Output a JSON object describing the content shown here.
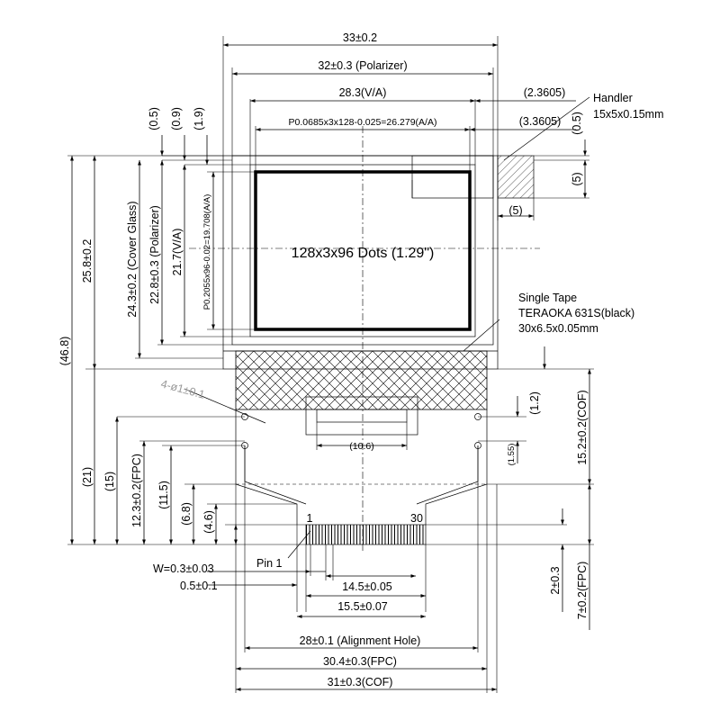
{
  "dimensions": {
    "cof_width_top": "33±0.2",
    "polarizer_width": "32±0.3 (Polarizer)",
    "va_width": "28.3(V/A)",
    "aa_width": "P0.0685x3x128-0.025=26.279(A/A)",
    "right_offset_1": "(2.3605)",
    "right_offset_2": "(3.3605)",
    "top_05_left": "(0.5)",
    "top_09": "(0.9)",
    "top_19": "(1.9)",
    "top_05_right": "(0.5)",
    "handler_5_v": "(5)",
    "handler_5_h": "(5)",
    "total_height": "(46.8)",
    "cover_glass_total": "25.8±0.2",
    "cover_glass": "24.3±0.2 (Cover Glass)",
    "polarizer_height": "22.8±0.3 (Polarizer)",
    "va_height": "21.7(V/A)",
    "aa_height": "P0.2055x96-0.02=19.708(A/A)",
    "hole_spec": "4-ø1±0.1",
    "gap_12": "(1.2)",
    "ic_width": "(10.6)",
    "gap_155": "(1.55)",
    "cof_height": "15.2±0.2(COF)",
    "h21": "(21)",
    "h15": "(15)",
    "fpc_height": "12.3±0.2(FPC)",
    "h115": "(11.5)",
    "h68": "(6.8)",
    "h46": "(4.6)",
    "pin_width": "W=0.3±0.03",
    "pin_pitch": "0.5±0.1",
    "pins_span": "14.5±0.05",
    "pins_total": "15.5±0.07",
    "alignment_hole": "28±0.1 (Alignment Hole)",
    "fpc_width": "30.4±0.3(FPC)",
    "cof_width": "31±0.3(COF)",
    "fpc_2": "2±0.3",
    "fpc_7": "7±0.2(FPC)"
  },
  "labels": {
    "active_area": "128x3x96 Dots (1.29\")",
    "handler_title": "Handler",
    "handler_spec": "15x5x0.15mm",
    "tape_title": "Single Tape",
    "tape_brand": "TERAOKA 631S(black)",
    "tape_spec": "30x6.5x0.05mm",
    "pin_1": "Pin 1",
    "pin_first": "1",
    "pin_last": "30"
  }
}
